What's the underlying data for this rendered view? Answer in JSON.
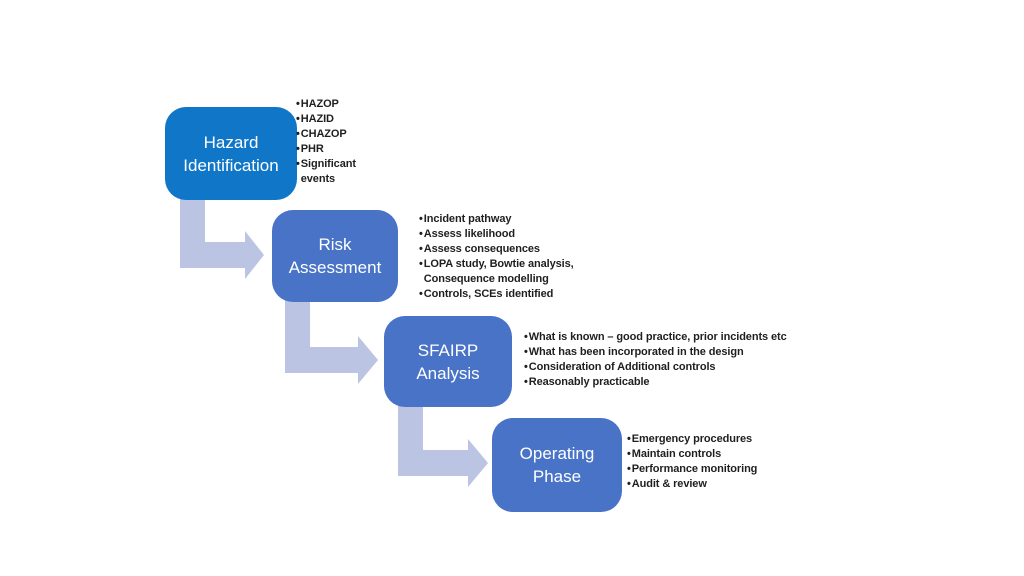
{
  "diagram": {
    "bullet_char": "•",
    "colors": {
      "background": "#ffffff",
      "step1_fill": "#1076C8",
      "step_fill": "#4873C6",
      "arrow_fill": "#BBC4E2",
      "step_text": "#ffffff",
      "bullet_text": "#1f1f1f"
    },
    "steps": [
      {
        "title_lines": [
          "Hazard",
          "Identification"
        ],
        "bullets": [
          "HAZOP",
          "HAZID",
          "CHAZOP",
          "PHR",
          "Significant\nevents"
        ]
      },
      {
        "title_lines": [
          "Risk",
          "Assessment"
        ],
        "bullets": [
          "Incident pathway",
          "Assess likelihood",
          "Assess consequences",
          "LOPA study, Bowtie analysis,\nConsequence modelling",
          "Controls, SCEs identified"
        ]
      },
      {
        "title_lines": [
          "SFAIRP",
          "Analysis"
        ],
        "bullets": [
          "What is known – good practice, prior incidents etc",
          "What has been incorporated in the design",
          "Consideration of Additional controls",
          "Reasonably practicable"
        ]
      },
      {
        "title_lines": [
          "Operating",
          "Phase"
        ],
        "bullets": [
          "Emergency procedures",
          "Maintain controls",
          "Performance monitoring",
          "Audit & review"
        ]
      }
    ]
  }
}
